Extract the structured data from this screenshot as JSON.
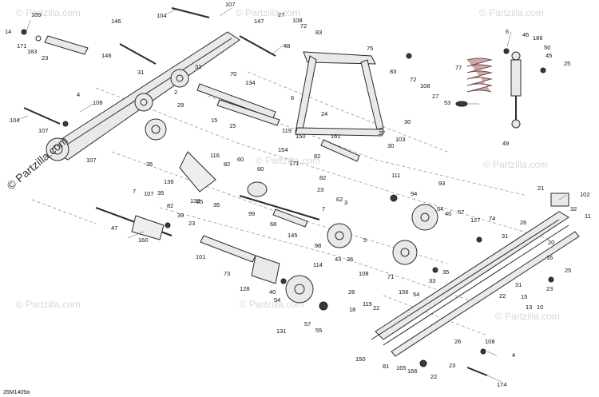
{
  "diagram": {
    "code": "26M1409a",
    "watermark": "© Partzilla.com",
    "faint_watermark": "© Partzilla.com",
    "callouts": [
      "14",
      "109",
      "171",
      "183",
      "23",
      "146",
      "104",
      "107",
      "146",
      "31",
      "31",
      "70",
      "134",
      "147",
      "48",
      "27",
      "108",
      "72",
      "83",
      "75",
      "29",
      "2",
      "4",
      "108",
      "104",
      "107",
      "107",
      "15",
      "15",
      "116",
      "82",
      "60",
      "119",
      "154",
      "150",
      "171",
      "24",
      "6",
      "83",
      "72",
      "108",
      "27",
      "30",
      "27",
      "30",
      "103",
      "161",
      "82",
      "82",
      "60",
      "35",
      "132",
      "136",
      "85",
      "35",
      "7",
      "107",
      "82",
      "35",
      "39",
      "23",
      "160",
      "47",
      "99",
      "68",
      "23",
      "62",
      "3",
      "145",
      "7",
      "98",
      "43",
      "26",
      "111",
      "94",
      "93",
      "54",
      "40",
      "57",
      "5",
      "114",
      "108",
      "127",
      "21",
      "102",
      "32",
      "11",
      "74",
      "26",
      "31",
      "73",
      "101",
      "128",
      "40",
      "54",
      "131",
      "57",
      "55",
      "71",
      "33",
      "35",
      "54",
      "156",
      "28",
      "115",
      "18",
      "22",
      "150",
      "81",
      "165",
      "166",
      "23",
      "22",
      "26",
      "108",
      "4",
      "174",
      "6",
      "46",
      "186",
      "50",
      "45",
      "25",
      "77",
      "53",
      "49",
      "31",
      "16",
      "20",
      "25",
      "15",
      "23",
      "10",
      "22",
      "13"
    ]
  }
}
